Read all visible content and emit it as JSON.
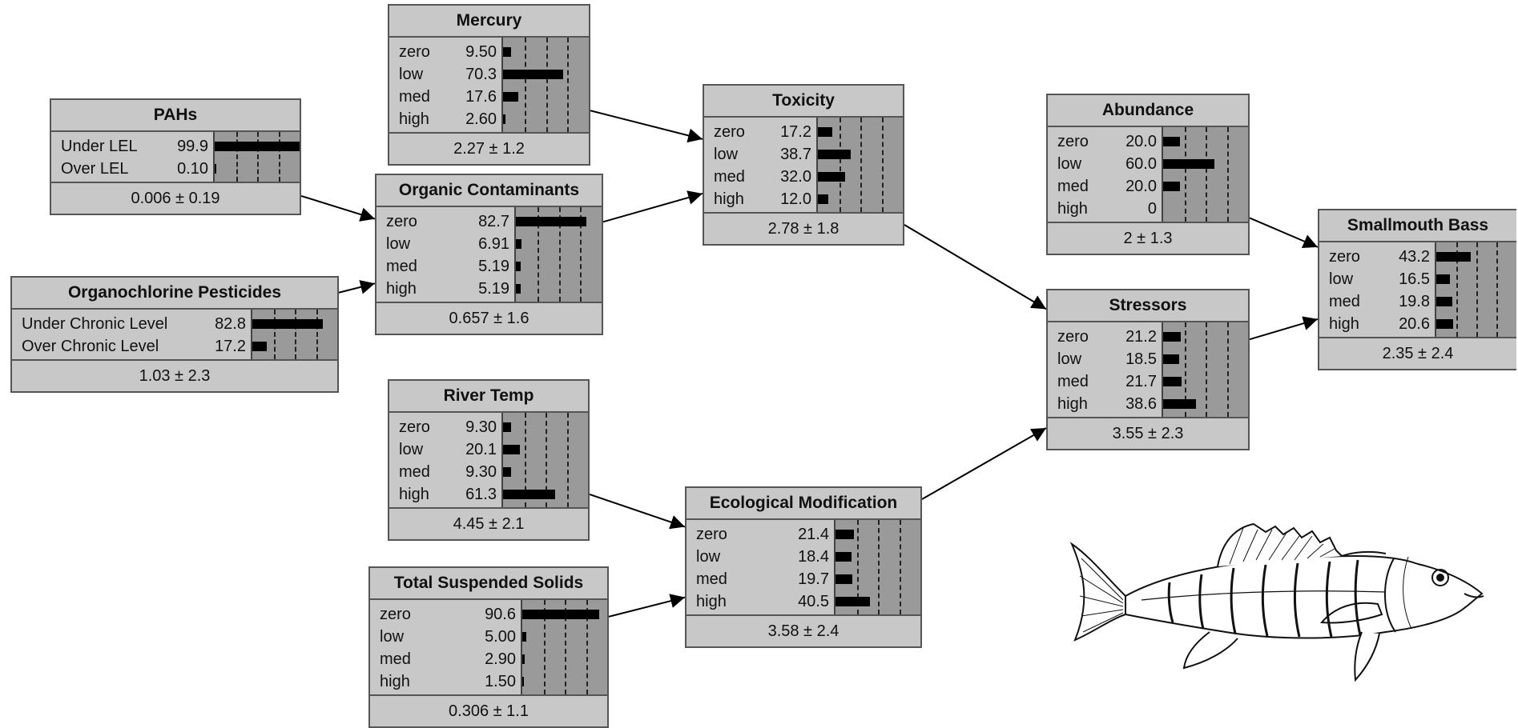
{
  "nodes": [
    {
      "id": "mercury",
      "title": "Mercury",
      "states": [
        {
          "name": "zero",
          "value": "9.50",
          "p": 9.5
        },
        {
          "name": "low",
          "value": "70.3",
          "p": 70.3
        },
        {
          "name": "med",
          "value": "17.6",
          "p": 17.6
        },
        {
          "name": "high",
          "value": "2.60",
          "p": 2.6
        }
      ],
      "summary": "2.27 ± 1.2"
    },
    {
      "id": "pahs",
      "title": "PAHs",
      "states": [
        {
          "name": "Under LEL",
          "value": "99.9",
          "p": 99.9
        },
        {
          "name": "Over LEL",
          "value": "0.10",
          "p": 0.1
        }
      ],
      "summary": "0.006 ± 0.19"
    },
    {
      "id": "organic",
      "title": "Organic Contaminants",
      "states": [
        {
          "name": "zero",
          "value": "82.7",
          "p": 82.7
        },
        {
          "name": "low",
          "value": "6.91",
          "p": 6.91
        },
        {
          "name": "med",
          "value": "5.19",
          "p": 5.19
        },
        {
          "name": "high",
          "value": "5.19",
          "p": 5.19
        }
      ],
      "summary": "0.657 ± 1.6"
    },
    {
      "id": "pesticides",
      "title": "Organochlorine Pesticides",
      "states": [
        {
          "name": "Under Chronic Level",
          "value": "82.8",
          "p": 82.8
        },
        {
          "name": "Over Chronic Level",
          "value": "17.2",
          "p": 17.2
        }
      ],
      "summary": "1.03 ± 2.3"
    },
    {
      "id": "toxicity",
      "title": "Toxicity",
      "states": [
        {
          "name": "zero",
          "value": "17.2",
          "p": 17.2
        },
        {
          "name": "low",
          "value": "38.7",
          "p": 38.7
        },
        {
          "name": "med",
          "value": "32.0",
          "p": 32.0
        },
        {
          "name": "high",
          "value": "12.0",
          "p": 12.0
        }
      ],
      "summary": "2.78 ± 1.8"
    },
    {
      "id": "abundance",
      "title": "Abundance",
      "states": [
        {
          "name": "zero",
          "value": "20.0",
          "p": 20.0
        },
        {
          "name": "low",
          "value": "60.0",
          "p": 60.0
        },
        {
          "name": "med",
          "value": "20.0",
          "p": 20.0
        },
        {
          "name": "high",
          "value": "0",
          "p": 0
        }
      ],
      "summary": "2 ± 1.3"
    },
    {
      "id": "stressors",
      "title": "Stressors",
      "states": [
        {
          "name": "zero",
          "value": "21.2",
          "p": 21.2
        },
        {
          "name": "low",
          "value": "18.5",
          "p": 18.5
        },
        {
          "name": "med",
          "value": "21.7",
          "p": 21.7
        },
        {
          "name": "high",
          "value": "38.6",
          "p": 38.6
        }
      ],
      "summary": "3.55 ± 2.3"
    },
    {
      "id": "bass",
      "title": "Smallmouth Bass",
      "states": [
        {
          "name": "zero",
          "value": "43.2",
          "p": 43.2
        },
        {
          "name": "low",
          "value": "16.5",
          "p": 16.5
        },
        {
          "name": "med",
          "value": "19.8",
          "p": 19.8
        },
        {
          "name": "high",
          "value": "20.6",
          "p": 20.6
        }
      ],
      "summary": "2.35 ± 2.4"
    },
    {
      "id": "rivertemp",
      "title": "River Temp",
      "states": [
        {
          "name": "zero",
          "value": "9.30",
          "p": 9.3
        },
        {
          "name": "low",
          "value": "20.1",
          "p": 20.1
        },
        {
          "name": "med",
          "value": "9.30",
          "p": 9.3
        },
        {
          "name": "high",
          "value": "61.3",
          "p": 61.3
        }
      ],
      "summary": "4.45 ± 2.1"
    },
    {
      "id": "ecomod",
      "title": "Ecological Modification",
      "states": [
        {
          "name": "zero",
          "value": "21.4",
          "p": 21.4
        },
        {
          "name": "low",
          "value": "18.4",
          "p": 18.4
        },
        {
          "name": "med",
          "value": "19.7",
          "p": 19.7
        },
        {
          "name": "high",
          "value": "40.5",
          "p": 40.5
        }
      ],
      "summary": "3.58 ± 2.4"
    },
    {
      "id": "tss",
      "title": "Total Suspended Solids",
      "states": [
        {
          "name": "zero",
          "value": "90.6",
          "p": 90.6
        },
        {
          "name": "low",
          "value": "5.00",
          "p": 5.0
        },
        {
          "name": "med",
          "value": "2.90",
          "p": 2.9
        },
        {
          "name": "high",
          "value": "1.50",
          "p": 1.5
        }
      ],
      "summary": "0.306 ± 1.1"
    }
  ],
  "links": [
    {
      "from": "mercury",
      "to": "toxicity"
    },
    {
      "from": "pahs",
      "to": "organic"
    },
    {
      "from": "pesticides",
      "to": "organic"
    },
    {
      "from": "organic",
      "to": "toxicity"
    },
    {
      "from": "toxicity",
      "to": "stressors"
    },
    {
      "from": "abundance",
      "to": "bass"
    },
    {
      "from": "stressors",
      "to": "bass"
    },
    {
      "from": "rivertemp",
      "to": "ecomod"
    },
    {
      "from": "tss",
      "to": "ecomod"
    },
    {
      "from": "ecomod",
      "to": "stressors"
    }
  ],
  "colors": {
    "node_bg": "#c8c8c8",
    "bar_area": "#9a9a9a",
    "bar": "#000000",
    "border": "#555555"
  },
  "illustration": "smallmouth-bass-drawing"
}
